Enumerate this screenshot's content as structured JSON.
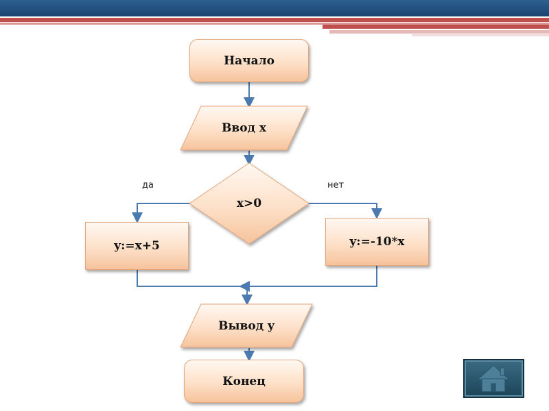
{
  "flowchart": {
    "start": "Начало",
    "input": "Ввод x",
    "decision": "x>0",
    "yes_label": "да",
    "no_label": "нет",
    "yes_branch": "y:=x+5",
    "no_branch": "y:=-10*x",
    "output": "Вывод y",
    "end": "Конец"
  },
  "navigation": {
    "home_icon": "home-icon"
  },
  "colors": {
    "header_blue": "#1f4e79",
    "header_red": "#c0504d",
    "connector": "#4a7ab0",
    "node_fill": "#fde0c8",
    "node_border": "#e3a57a"
  }
}
